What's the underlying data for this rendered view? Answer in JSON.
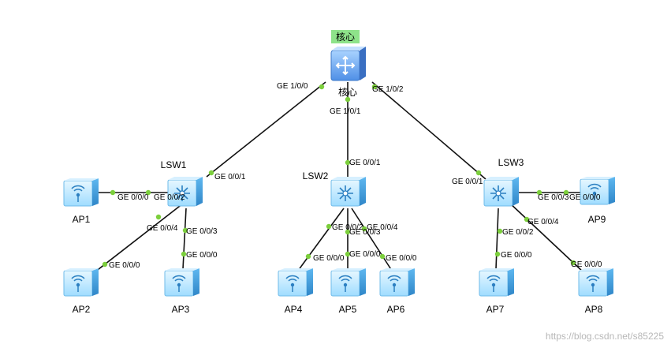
{
  "diagram": {
    "core_title": "核心",
    "core_label": "核心",
    "switches": {
      "lsw1": "LSW1",
      "lsw2": "LSW2",
      "lsw3": "LSW3"
    },
    "aps": {
      "ap1": "AP1",
      "ap2": "AP2",
      "ap3": "AP3",
      "ap4": "AP4",
      "ap5": "AP5",
      "ap6": "AP6",
      "ap7": "AP7",
      "ap8": "AP8",
      "ap9": "AP9"
    },
    "ports": {
      "core_lsw1": "GE 1/0/0",
      "core_lsw2": "GE 1/0/1",
      "core_lsw3": "GE 1/0/2",
      "lsw1_up": "GE 0/0/1",
      "lsw2_up": "GE 0/0/1",
      "lsw3_up": "GE 0/0/1",
      "ap1_side": "GE 0/0/0",
      "lsw1_ap1": "GE 0/0/2",
      "lsw1_ap2": "GE 0/0/4",
      "ap2_side": "GE 0/0/0",
      "lsw1_ap3": "GE 0/0/3",
      "ap3_side": "GE 0/0/0",
      "lsw2_ap4": "GE 0/0/2",
      "ap4_side": "GE 0/0/0",
      "lsw2_ap5": "GE 0/0/3",
      "ap5_side": "GE 0/0/0",
      "lsw2_ap6": "GE 0/0/4",
      "ap6_side": "GE 0/0/0",
      "lsw3_ap7": "GE 0/0/2",
      "ap7_side": "GE 0/0/0",
      "lsw3_ap8": "GE 0/0/4",
      "ap8_side": "GE 0/0/0",
      "lsw3_ap9": "GE 0/0/3",
      "ap9_side": "GE 0/0/0"
    },
    "watermark": "https://blog.csdn.net/s85225"
  },
  "colors": {
    "link": "#111111",
    "port_dot": "#7ccf3c",
    "device_light": "#bfe9ff",
    "device_mid": "#6cc6f2",
    "device_dark": "#3b8fd1",
    "title_bg": "#8ee38a"
  }
}
